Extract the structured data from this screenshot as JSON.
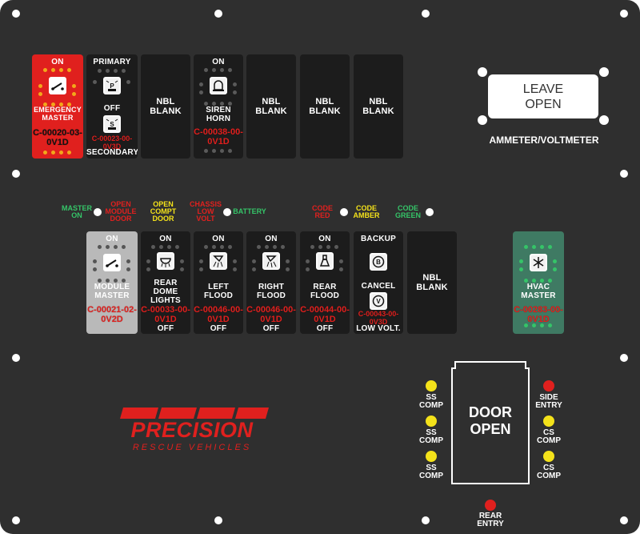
{
  "colors": {
    "panel": "#2f2f2f",
    "switch_body": "#1c1c1c",
    "accent_red": "#e0201e",
    "amber": "#f2a81a",
    "green": "#35c468",
    "yellow": "#f4e21a"
  },
  "top_row": {
    "emergency": {
      "top": "ON",
      "bottom": "EMERGENCY\nMASTER",
      "code": "C-00020-03-\n0V1D"
    },
    "primary": {
      "top": "PRIMARY",
      "mid": "OFF",
      "bottom": "SECONDARY",
      "code": "C-00023-00-\n0V3D"
    },
    "nbl1": {
      "label": "NBL\nBLANK"
    },
    "siren": {
      "top": "ON",
      "bottom": "SIREN\nHORN",
      "code": "C-00038-00-\n0V1D"
    },
    "nbl2": {
      "label": "NBL\nBLANK"
    },
    "nbl3": {
      "label": "NBL\nBLANK"
    },
    "nbl4": {
      "label": "NBL\nBLANK"
    }
  },
  "leave_open": "LEAVE\nOPEN",
  "ammeter": "AMMETER/VOLTMETER",
  "indicators": {
    "master_on": "MASTER\nON",
    "open_module_door": "OPEN\nMODULE\nDOOR",
    "open_compt_door": "OPEN\nCOMPT\nDOOR",
    "chassis_low_volt": "CHASSIS\nLOW\nVOLT",
    "battery": "BATTERY",
    "code_red": "CODE\nRED",
    "code_amber": "CODE\nAMBER",
    "code_green": "CODE\nGREEN"
  },
  "mid_row": {
    "module": {
      "top": "ON",
      "bottom": "MODULE\nMASTER",
      "code": "C-00021-02-\n0V2D"
    },
    "dome": {
      "top": "ON",
      "bottom": "REAR\nDOME\nLIGHTS",
      "off": "OFF",
      "code": "C-00033-00-\n0V1D"
    },
    "left_flood": {
      "top": "ON",
      "bottom": "LEFT\nFLOOD",
      "off": "OFF",
      "code": "C-00046-00-\n0V1D"
    },
    "right_flood": {
      "top": "ON",
      "bottom": "RIGHT\nFLOOD",
      "off": "OFF",
      "code": "C-00046-00-\n0V1D"
    },
    "rear_flood": {
      "top": "ON",
      "bottom": "REAR\nFLOOD",
      "off": "OFF",
      "code": "C-00044-00-\n0V1D"
    },
    "backup": {
      "top": "BACKUP",
      "mid": "CANCEL",
      "bottom": "LOW VOLT.",
      "code": "C-00043-00-\n0V3D"
    },
    "nbl5": {
      "label": "NBL\nBLANK"
    },
    "hvac": {
      "bottom": "HVAC\nMASTER",
      "code": "C-00283-00-\n0V1D"
    }
  },
  "comp_labels": {
    "left1": "SS\nCOMP",
    "left2": "SS\nCOMP",
    "left3": "SS\nCOMP",
    "right1": "SIDE\nENTRY",
    "right2": "CS\nCOMP",
    "right3": "CS\nCOMP",
    "rear": "REAR\nENTRY"
  },
  "door_open": "DOOR\nOPEN",
  "logo": {
    "word": "PRECISION",
    "sub": "RESCUE VEHICLES"
  }
}
